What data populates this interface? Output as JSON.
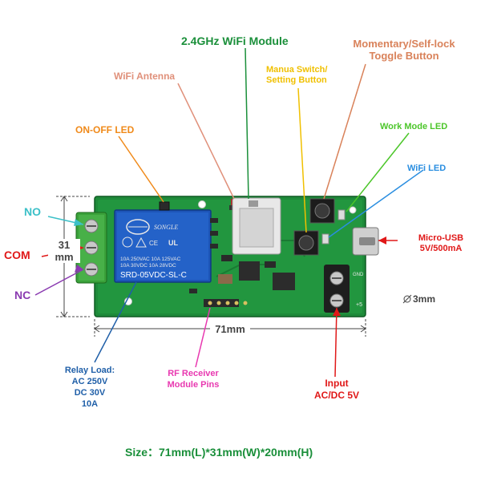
{
  "labels": {
    "wifi_module": "2.4GHz WiFi Module",
    "wifi_antenna": "WiFi Antenna",
    "toggle_button_line1": "Momentary/Self-lock",
    "toggle_button_line2": "Toggle Button",
    "manual_switch_line1": "Manua Switch/",
    "manual_switch_line2": "Setting Button",
    "on_off_led": "ON-OFF LED",
    "work_mode_led": "Work Mode LED",
    "wifi_led": "WiFi LED",
    "no": "NO",
    "com": "COM",
    "nc": "NC",
    "height_dim": "31\nmm",
    "micro_usb_line1": "Micro-USB",
    "micro_usb_line2": "5V/500mA",
    "hole_dim": "3mm",
    "length_dim": "71mm",
    "relay_load_line1": "Relay Load:",
    "relay_load_line2": "AC 250V",
    "relay_load_line3": "DC 30V",
    "relay_load_line4": "10A",
    "rf_receiver_line1": "RF Receiver",
    "rf_receiver_line2": "Module Pins",
    "input_line1": "Input",
    "input_line2": "AC/DC 5V",
    "size": "Size：71mm(L)*31mm(W)*20mm(H)"
  },
  "relay_print": {
    "brand": "SONGLE",
    "line1": "10A 250VAC  10A 125VAC",
    "line2": "10A  30VDC  10A  28VDC",
    "model": "SRD-05VDC-SL-C"
  },
  "board_print": {
    "gnd": "GND",
    "plus5": "+5"
  },
  "colors": {
    "wifi_module": "#1a8f3a",
    "wifi_antenna": "#e0907a",
    "toggle_button": "#d9825a",
    "manual_switch": "#f0c000",
    "on_off_led": "#f08a1a",
    "work_mode_led": "#4cc62a",
    "wifi_led": "#2a8ee0",
    "no": "#3cc0c8",
    "com": "#e01818",
    "nc": "#8a3ab0",
    "micro_usb": "#e01818",
    "relay_load": "#1f5fa8",
    "rf_receiver": "#e838b0",
    "input": "#e01818",
    "size": "#1a8f3a",
    "dims": "#444444"
  }
}
